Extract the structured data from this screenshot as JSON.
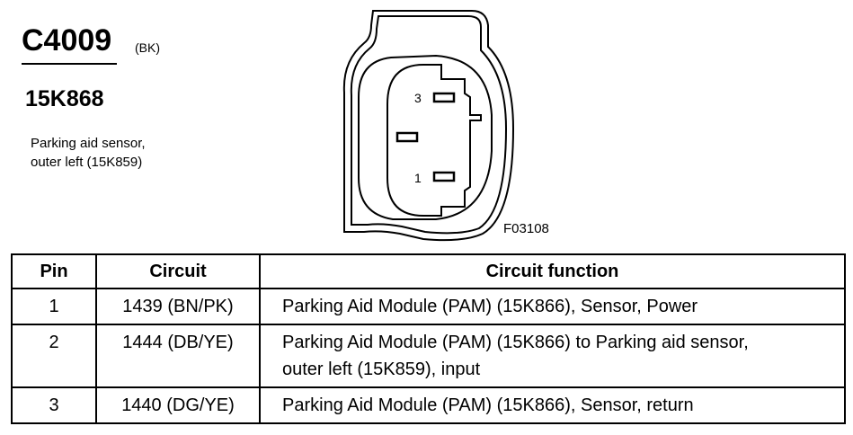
{
  "connector": {
    "id": "C4009",
    "color_code": "(BK)",
    "part_number": "15K868",
    "description_lines": [
      "Parking aid sensor,",
      "outer left (15K859)"
    ]
  },
  "diagram": {
    "pin_labels": [
      "3",
      "1"
    ],
    "figure_code": "F03108"
  },
  "table": {
    "headers": [
      "Pin",
      "Circuit",
      "Circuit function"
    ],
    "rows": [
      {
        "pin": "1",
        "circuit": "1439 (BN/PK)",
        "function": [
          "Parking Aid Module (PAM) (15K866), Sensor, Power"
        ]
      },
      {
        "pin": "2",
        "circuit": "1444 (DB/YE)",
        "function": [
          "Parking Aid Module (PAM) (15K866) to Parking aid sensor,",
          "outer left (15K859), input"
        ]
      },
      {
        "pin": "3",
        "circuit": "1440 (DG/YE)",
        "function": [
          "Parking Aid Module (PAM) (15K866), Sensor, return"
        ]
      }
    ]
  }
}
